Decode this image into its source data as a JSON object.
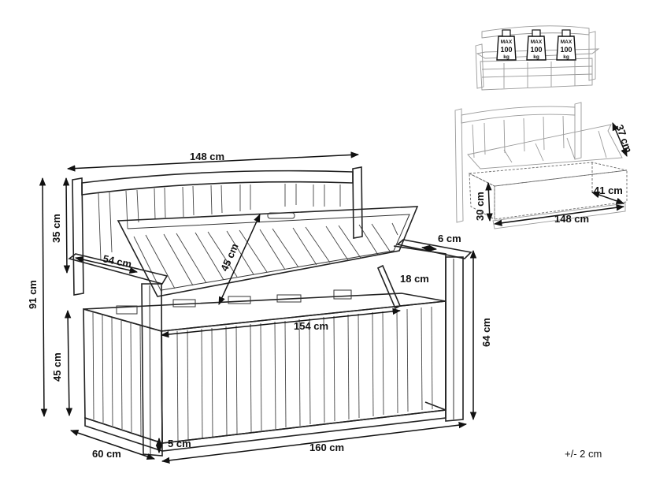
{
  "dimensions": {
    "backrest_width": "148 cm",
    "lid_depth": "54 cm",
    "lid_diagonal": "45 cm",
    "armrest_gap": "6 cm",
    "hinge_arm": "18 cm",
    "total_height": "91 cm",
    "backrest_height": "35 cm",
    "seat_height": "45 cm",
    "inner_width": "154 cm",
    "arm_height": "64 cm",
    "depth": "60 cm",
    "leg_height": "5 cm",
    "total_width": "160 cm"
  },
  "storage_inset": {
    "lid_height": "37 cm",
    "box_depth": "41 cm",
    "box_height": "30 cm",
    "box_width": "148 cm"
  },
  "weight_badges": [
    {
      "line1": "MAX",
      "line2": "100",
      "line3": "kg"
    },
    {
      "line1": "MAX",
      "line2": "100",
      "line3": "kg"
    },
    {
      "line1": "MAX",
      "line2": "100",
      "line3": "kg"
    }
  ],
  "tolerance": "+/- 2 cm"
}
